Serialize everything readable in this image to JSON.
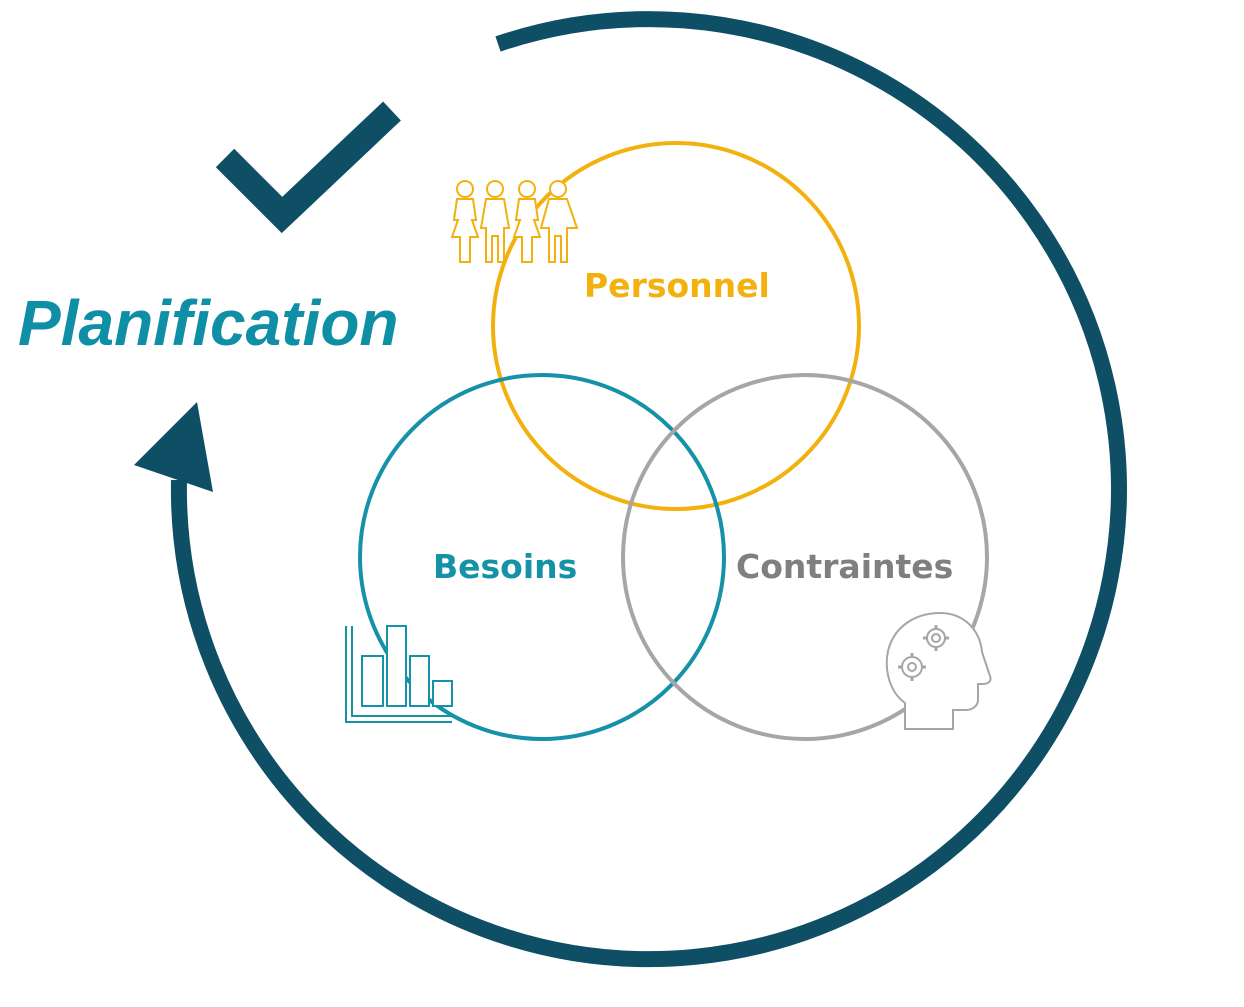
{
  "title": "Planification",
  "circles": [
    {
      "key": "personnel",
      "label": "Personnel",
      "color": "#F2B10E",
      "icon": "people-group-icon"
    },
    {
      "key": "besoins",
      "label": "Besoins",
      "color": "#1591A8",
      "icon": "bar-chart-icon"
    },
    {
      "key": "contraintes",
      "label": "Contraintes",
      "color": "#A6A6A6",
      "icon": "head-gears-icon"
    }
  ],
  "colors": {
    "cycle_arrow": "#0F4F66",
    "check": "#0F4F66",
    "title": "#0E8FA6",
    "contraintes_label": "#7F7F7F"
  }
}
